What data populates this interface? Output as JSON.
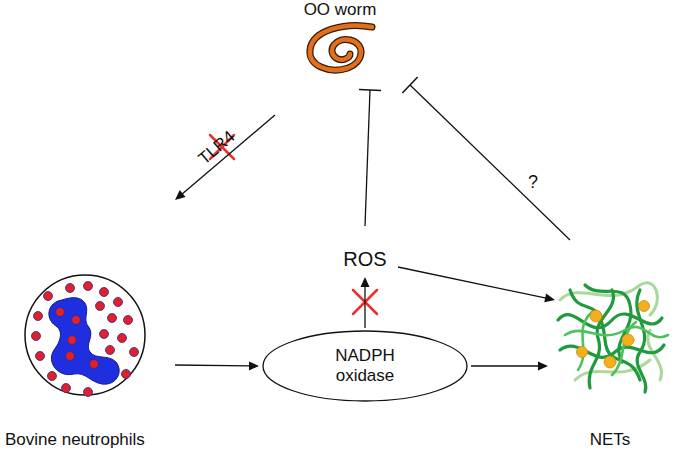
{
  "diagram": {
    "nodes": [
      {
        "text": [
          "OO worm"
        ]
      },
      {
        "text": [
          "ROS"
        ]
      },
      {
        "text": [
          "Bovine neutrophils"
        ]
      },
      {
        "text": [
          "NADPH oxidase"
        ]
      },
      {
        "text": [
          "NETs"
        ]
      }
    ],
    "edges": [
      {
        "from": 0,
        "to": 2,
        "label": "TLR4",
        "arrow": "to"
      },
      {
        "from": 2,
        "to": 3,
        "arrow": "to"
      },
      {
        "from": 3,
        "to": 1,
        "arrow": "to"
      },
      {
        "from": 1,
        "to": 0,
        "arrow": "to"
      },
      {
        "from": 1,
        "to": 4,
        "arrow": "to"
      },
      {
        "from": 3,
        "to": 4,
        "arrow": "to"
      },
      {
        "from": 4,
        "to": 0,
        "label": "?",
        "arrow": "to"
      }
    ]
  }
}
